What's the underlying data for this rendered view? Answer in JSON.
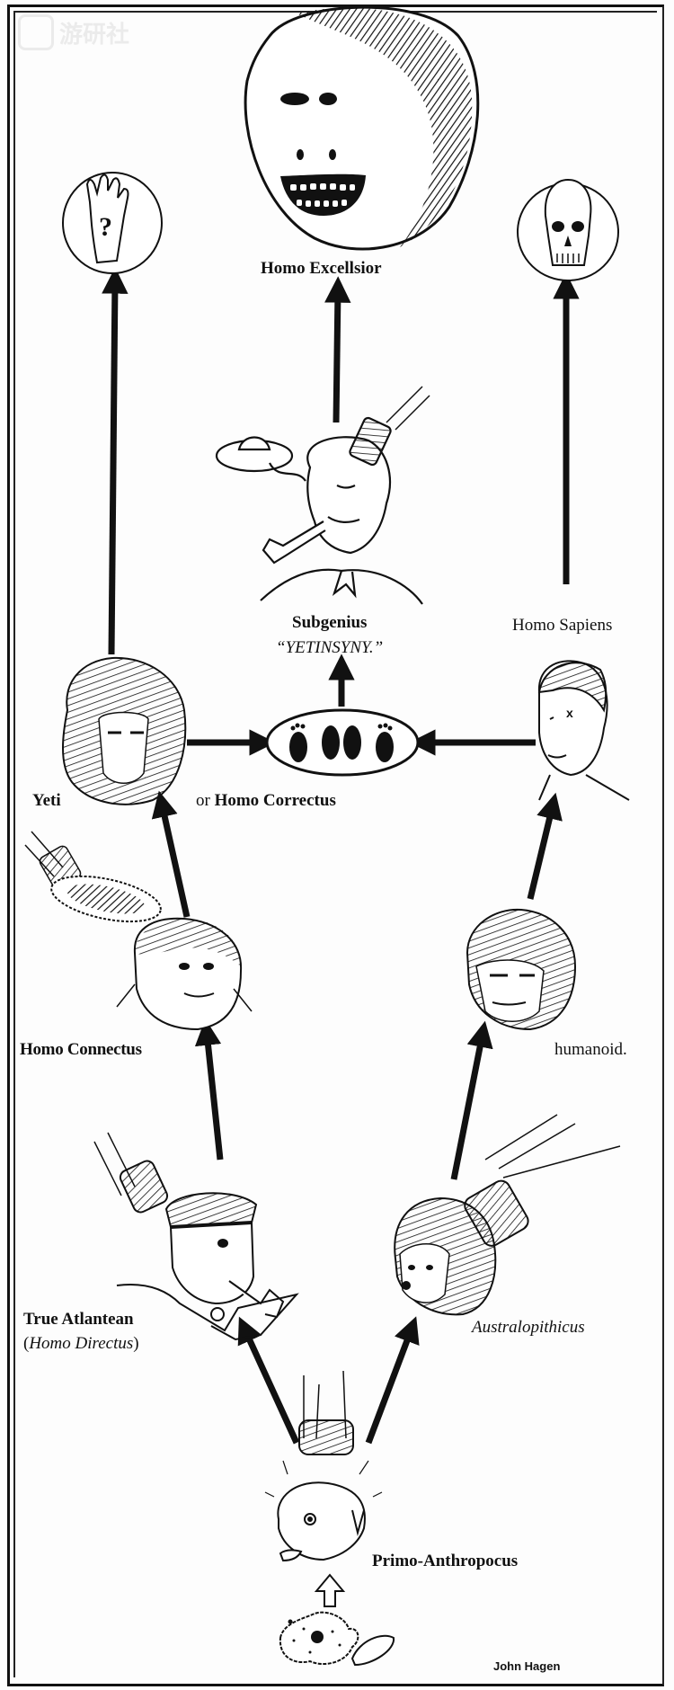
{
  "watermark": {
    "text": "游研社",
    "icon": "gamepad-logo-icon"
  },
  "nodes": {
    "homo_excellsior": {
      "label": "Homo Excellsior",
      "icon": "grinning-big-head-icon"
    },
    "unknown_hand": {
      "icon": "hand-question-mark-icon"
    },
    "extinction_skull": {
      "icon": "skull-icon"
    },
    "subgenius": {
      "label": "Subgenius",
      "quote": "“YETINSYNY.”",
      "icon": "pipe-smoking-man-ufo-icon"
    },
    "homo_sapiens": {
      "label": "Homo Sapiens",
      "icon": "dazed-man-icon"
    },
    "footprints": {
      "icon": "footprints-oval-icon"
    },
    "yeti": {
      "label": "Yeti",
      "icon": "yeti-head-icon"
    },
    "homo_correctus": {
      "prefix": "or ",
      "label": "Homo Correctus"
    },
    "homo_connectus": {
      "label": "Homo Connectus",
      "icon": "ape-with-ufo-icon"
    },
    "humanoid": {
      "label": "humanoid.",
      "icon": "neanderthal-head-icon"
    },
    "true_atlantean": {
      "label": "True Atlantean",
      "sub_open": "(",
      "sub_label": "Homo Directus",
      "sub_close": ")",
      "icon": "atlantean-pipe-man-icon"
    },
    "australopithicus": {
      "label": "Australopithicus",
      "icon": "punched-ape-icon"
    },
    "primo_anthropocus": {
      "label": "Primo-Anthropocus",
      "icon": "punched-primate-icon"
    },
    "amoeba": {
      "icon": "amoeba-icon"
    }
  },
  "credit": "John Hagen",
  "edges": [
    {
      "from": "amoeba",
      "to": "primo_anthropocus",
      "style": "hollow"
    },
    {
      "from": "primo_anthropocus",
      "to": "true_atlantean"
    },
    {
      "from": "primo_anthropocus",
      "to": "australopithicus"
    },
    {
      "from": "true_atlantean",
      "to": "homo_connectus"
    },
    {
      "from": "australopithicus",
      "to": "humanoid"
    },
    {
      "from": "homo_connectus",
      "to": "yeti"
    },
    {
      "from": "humanoid",
      "to": "homo_sapiens"
    },
    {
      "from": "yeti",
      "to": "footprints"
    },
    {
      "from": "homo_sapiens",
      "to": "footprints"
    },
    {
      "from": "footprints",
      "to": "subgenius"
    },
    {
      "from": "subgenius",
      "to": "homo_excellsior"
    },
    {
      "from": "yeti",
      "to": "unknown_hand"
    },
    {
      "from": "homo_sapiens",
      "to": "extinction_skull"
    }
  ],
  "colors": {
    "ink": "#111111",
    "paper": "#fdfdfd"
  }
}
